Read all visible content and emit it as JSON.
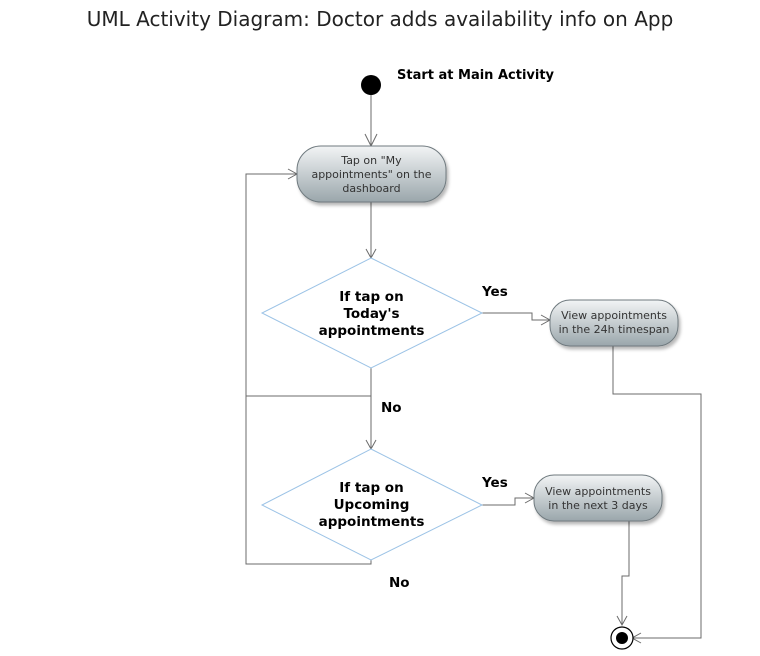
{
  "title": "UML Activity Diagram: Doctor adds availability info on App",
  "start": {
    "label": "Start at Main Activity"
  },
  "activities": {
    "tap_my_appointments": [
      "Tap on \"My",
      "appointments\" on the",
      "dashboard"
    ],
    "view_24h": [
      "View appointments",
      "in the 24h timespan"
    ],
    "view_3days": [
      "View appointments",
      "in the next 3 days"
    ]
  },
  "decisions": {
    "todays": [
      "If tap on",
      "Today's",
      "appointments"
    ],
    "upcoming": [
      "If tap on",
      "Upcoming",
      "appointments"
    ]
  },
  "labels": {
    "yes_todays": "Yes",
    "no_todays": "No",
    "yes_upcoming": "Yes",
    "no_upcoming": "No"
  },
  "colors": {
    "activity_top": "#f2f4f5",
    "activity_bottom": "#9aa6ab",
    "decision_border": "#9cc3e6",
    "edge": "#6b6b6b"
  }
}
